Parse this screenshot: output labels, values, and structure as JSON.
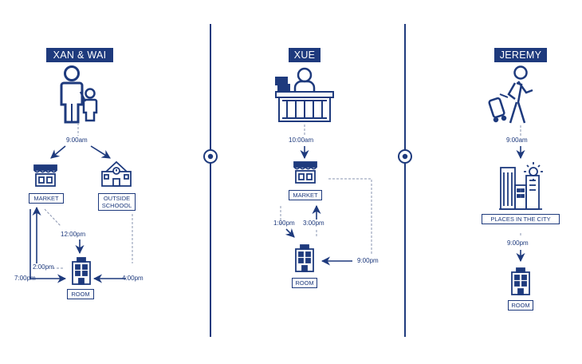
{
  "columns": [
    {
      "name": "XAN & WAI",
      "locations": {
        "market": "MARKET",
        "school_line1": "OUTSIDE",
        "school_line2": "SCHOOOL",
        "room": "ROOM"
      },
      "times": {
        "start": "9:00am",
        "t1200": "12:00pm",
        "t200": "2:00pm",
        "t700": "7:00pm",
        "t400": "4:00pm"
      }
    },
    {
      "name": "XUE",
      "locations": {
        "market": "MARKET",
        "room": "ROOM"
      },
      "times": {
        "start": "10:00am",
        "t100": "1:00pm",
        "t300": "3:00pm",
        "t900": "9:00pm"
      }
    },
    {
      "name": "JEREMY",
      "locations": {
        "city": "PLACES IN THE CITY",
        "room": "ROOM"
      },
      "times": {
        "start": "9:00am",
        "t900": "9:00pm"
      }
    }
  ],
  "colors": {
    "primary": "#1e3a7d",
    "dashed": "#8a94b0"
  }
}
